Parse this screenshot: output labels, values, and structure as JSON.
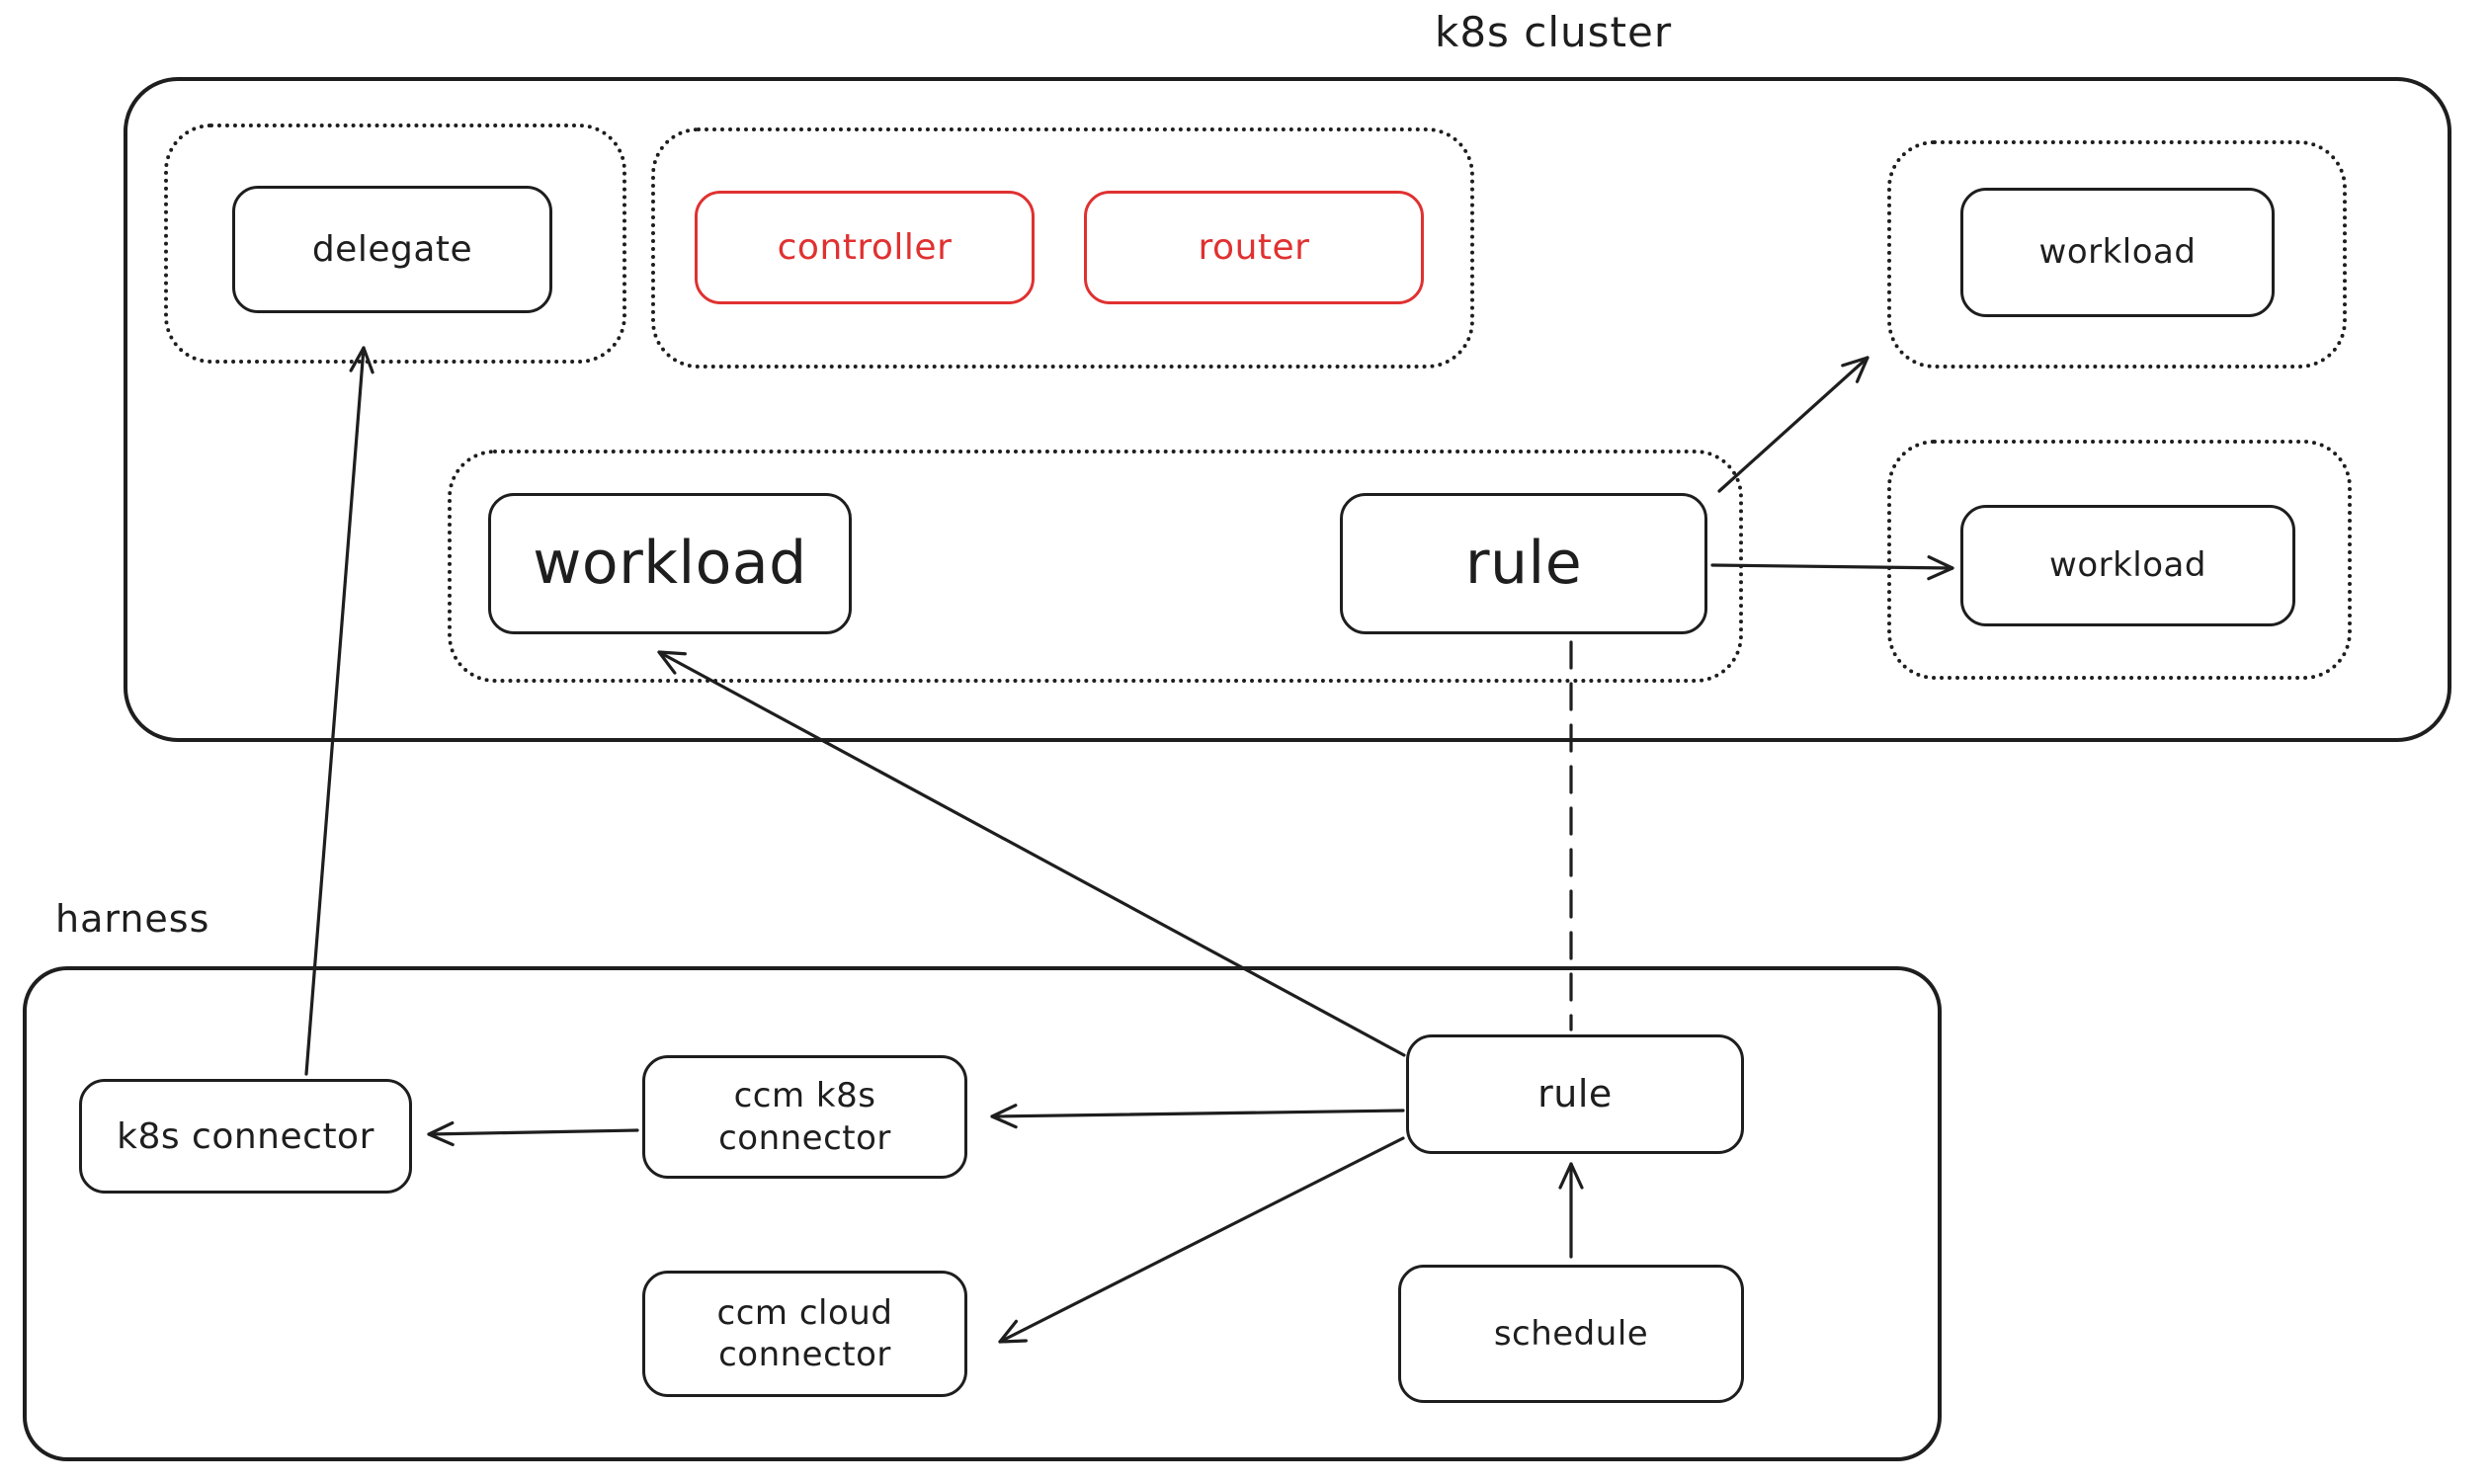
{
  "canvas": {
    "background": "#ffffff",
    "stroke_color": "#1e1e1e",
    "accent_color": "#e03131"
  },
  "clusters": {
    "k8s_cluster": {
      "label": "k8s cluster"
    },
    "harness": {
      "label": "harness"
    }
  },
  "nodes": {
    "delegate": {
      "label": "delegate"
    },
    "controller": {
      "label": "controller",
      "color": "#e03131"
    },
    "router": {
      "label": "router",
      "color": "#e03131"
    },
    "workload_main": {
      "label": "workload"
    },
    "rule_cluster": {
      "label": "rule"
    },
    "workload_top_right": {
      "label": "workload"
    },
    "workload_right": {
      "label": "workload"
    },
    "k8s_connector": {
      "label": "k8s connector"
    },
    "ccm_k8s_connector": {
      "label": "ccm k8s connector"
    },
    "ccm_cloud_connector": {
      "label": "ccm cloud connector"
    },
    "rule_harness": {
      "label": "rule"
    },
    "schedule": {
      "label": "schedule"
    }
  },
  "edges": [
    {
      "from": "k8s_connector",
      "to": "delegate",
      "style": "solid",
      "arrow": true
    },
    {
      "from": "rule_harness",
      "to": "workload_main",
      "style": "solid",
      "arrow": true
    },
    {
      "from": "rule_harness",
      "to": "ccm_k8s_connector",
      "style": "solid",
      "arrow": true
    },
    {
      "from": "rule_harness",
      "to": "ccm_cloud_connector",
      "style": "solid",
      "arrow": true
    },
    {
      "from": "ccm_k8s_connector",
      "to": "k8s_connector",
      "style": "solid",
      "arrow": true
    },
    {
      "from": "schedule",
      "to": "rule_harness",
      "style": "solid",
      "arrow": true
    },
    {
      "from": "rule_cluster",
      "to": "workload_top_right",
      "style": "solid",
      "arrow": true
    },
    {
      "from": "rule_cluster",
      "to": "workload_right",
      "style": "solid",
      "arrow": true
    },
    {
      "from": "rule_cluster",
      "to": "rule_harness",
      "style": "dashed",
      "arrow": false
    }
  ]
}
